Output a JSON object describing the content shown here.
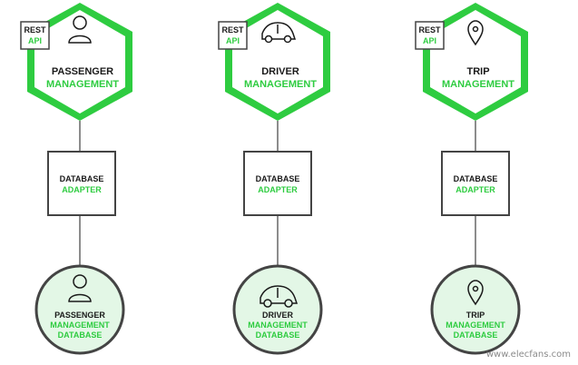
{
  "colors": {
    "green": "#2ecc40",
    "green_light": "#e3f7e6",
    "dark": "#1a1a1a",
    "border": "#444444",
    "line": "#666666",
    "white": "#ffffff"
  },
  "services": [
    {
      "icon": "passenger-icon",
      "api_line1": "REST",
      "api_line2": "API",
      "name_line1": "PASSENGER",
      "name_line2": "MANAGEMENT",
      "adapter_line1": "DATABASE",
      "adapter_line2": "ADAPTER",
      "db_line1": "PASSENGER",
      "db_line2": "MANAGEMENT",
      "db_line3": "DATABASE"
    },
    {
      "icon": "car-icon",
      "api_line1": "REST",
      "api_line2": "API",
      "name_line1": "DRIVER",
      "name_line2": "MANAGEMENT",
      "adapter_line1": "DATABASE",
      "adapter_line2": "ADAPTER",
      "db_line1": "DRIVER",
      "db_line2": "MANAGEMENT",
      "db_line3": "DATABASE"
    },
    {
      "icon": "map-pin-icon",
      "api_line1": "REST",
      "api_line2": "API",
      "name_line1": "TRIP",
      "name_line2": "MANAGEMENT",
      "adapter_line1": "DATABASE",
      "adapter_line2": "ADAPTER",
      "db_line1": "TRIP",
      "db_line2": "MANAGEMENT",
      "db_line3": "DATABASE"
    }
  ],
  "watermark": "www.elecfans.com"
}
